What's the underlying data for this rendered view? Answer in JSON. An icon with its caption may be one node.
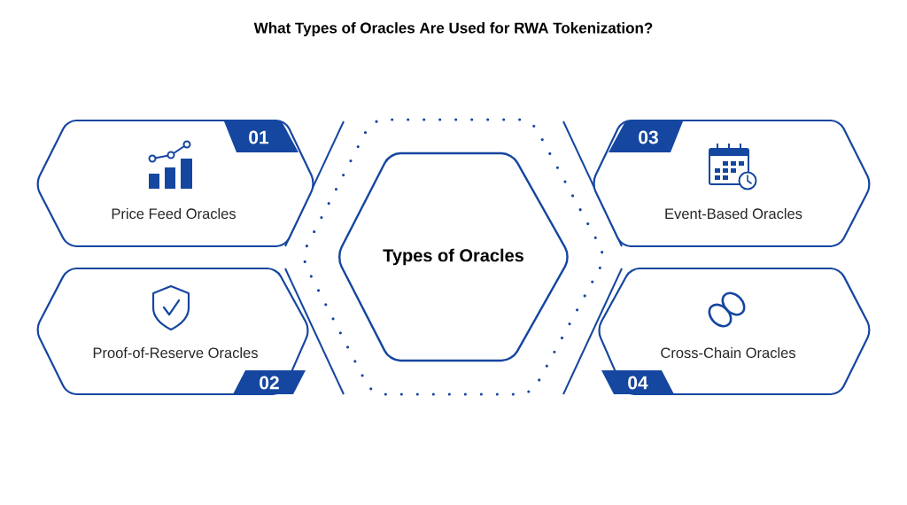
{
  "diagram": {
    "title": "What Types of Oracles Are Used for RWA Tokenization?",
    "nodes": [
      {
        "text": [
          "01",
          "Price Feed Oracles"
        ]
      },
      {
        "text": [
          "03",
          "Event-Based Oracles"
        ]
      },
      {
        "text": [
          "Types of Oracles"
        ]
      },
      {
        "text": [
          "02",
          "Proof-of-Reserve Oracles"
        ]
      },
      {
        "text": [
          "04",
          "Cross-Chain Oracles"
        ]
      }
    ]
  }
}
